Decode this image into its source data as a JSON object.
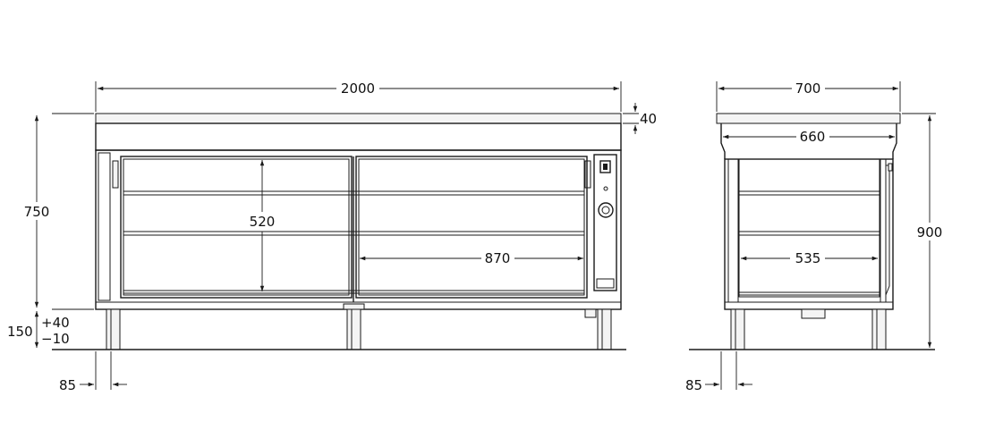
{
  "dimensions": {
    "front_width": "2000",
    "top_thickness": "40",
    "body_height": "750",
    "inner_height": "520",
    "inner_width": "870",
    "leg_height": "150",
    "leg_adjust_plus": "+40",
    "leg_adjust_minus": "−10",
    "front_leg_width": "85",
    "side_width": "700",
    "side_inner_width": "660",
    "total_height": "900",
    "side_depth": "535",
    "side_leg_width": "85"
  }
}
